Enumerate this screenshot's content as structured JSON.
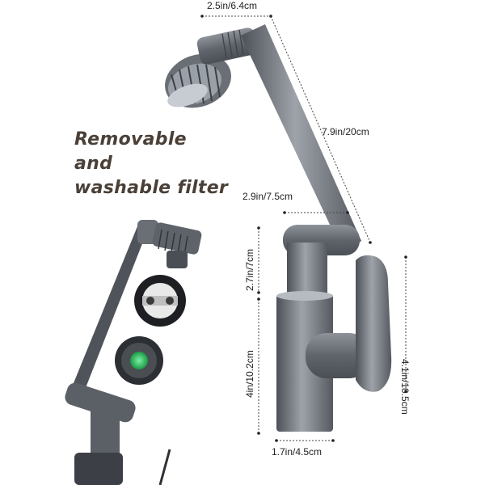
{
  "caption": {
    "line1": "Removable",
    "line2": "and",
    "line3": "washable filter"
  },
  "dimensions": {
    "top_width": "2.5in/6.4cm",
    "arm_length": "7.9in/20cm",
    "joint_offset": "2.9in/7.5cm",
    "upper_body": "2.7in/7cm",
    "lower_body": "4in/10.2cm",
    "handle_height": "4.1in/10.5cm",
    "base_width": "1.7in/4.5cm"
  },
  "colors": {
    "metal_dark": "#5b5f66",
    "metal_light": "#a6abb2",
    "filter_green": "#28c060"
  }
}
